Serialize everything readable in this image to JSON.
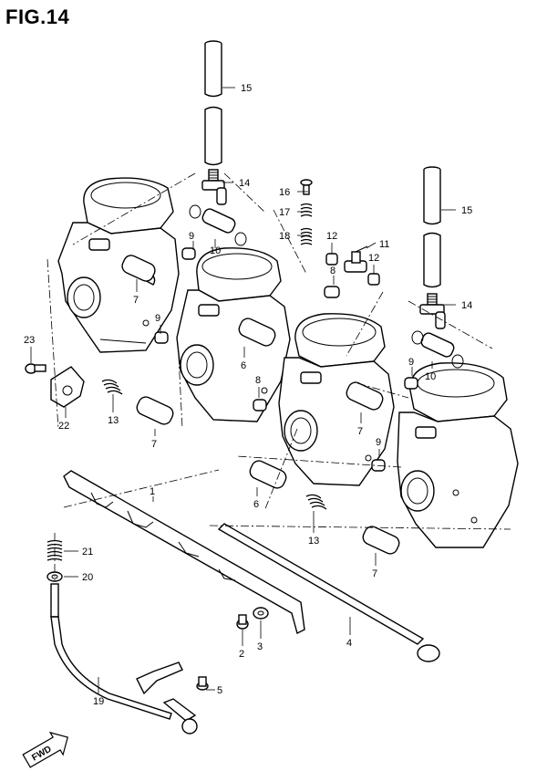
{
  "figure": {
    "title": "FIG.14"
  },
  "callouts": [
    {
      "id": "c15a",
      "label": "15"
    },
    {
      "id": "c14a",
      "label": "14"
    },
    {
      "id": "c16",
      "label": "16"
    },
    {
      "id": "c17",
      "label": "17"
    },
    {
      "id": "c18",
      "label": "18"
    },
    {
      "id": "c12a",
      "label": "12"
    },
    {
      "id": "c11",
      "label": "11"
    },
    {
      "id": "c12b",
      "label": "12"
    },
    {
      "id": "c15b",
      "label": "15"
    },
    {
      "id": "c14b",
      "label": "14"
    },
    {
      "id": "c9a",
      "label": "9"
    },
    {
      "id": "c10a",
      "label": "10"
    },
    {
      "id": "c8a",
      "label": "8"
    },
    {
      "id": "c7a",
      "label": "7"
    },
    {
      "id": "c9b",
      "label": "9"
    },
    {
      "id": "c23",
      "label": "23"
    },
    {
      "id": "c6a",
      "label": "6"
    },
    {
      "id": "c9c",
      "label": "9"
    },
    {
      "id": "c10b",
      "label": "10"
    },
    {
      "id": "c8b",
      "label": "8"
    },
    {
      "id": "c22",
      "label": "22"
    },
    {
      "id": "c13a",
      "label": "13"
    },
    {
      "id": "c7b",
      "label": "7"
    },
    {
      "id": "c7c",
      "label": "7"
    },
    {
      "id": "c9d",
      "label": "9"
    },
    {
      "id": "c1",
      "label": "1"
    },
    {
      "id": "c6b",
      "label": "6"
    },
    {
      "id": "c21",
      "label": "21"
    },
    {
      "id": "c13b",
      "label": "13"
    },
    {
      "id": "c20",
      "label": "20"
    },
    {
      "id": "c7d",
      "label": "7"
    },
    {
      "id": "c4",
      "label": "4"
    },
    {
      "id": "c2",
      "label": "2"
    },
    {
      "id": "c3",
      "label": "3"
    },
    {
      "id": "c5",
      "label": "5"
    },
    {
      "id": "c19",
      "label": "19"
    }
  ],
  "badge": {
    "label": "FWD"
  }
}
